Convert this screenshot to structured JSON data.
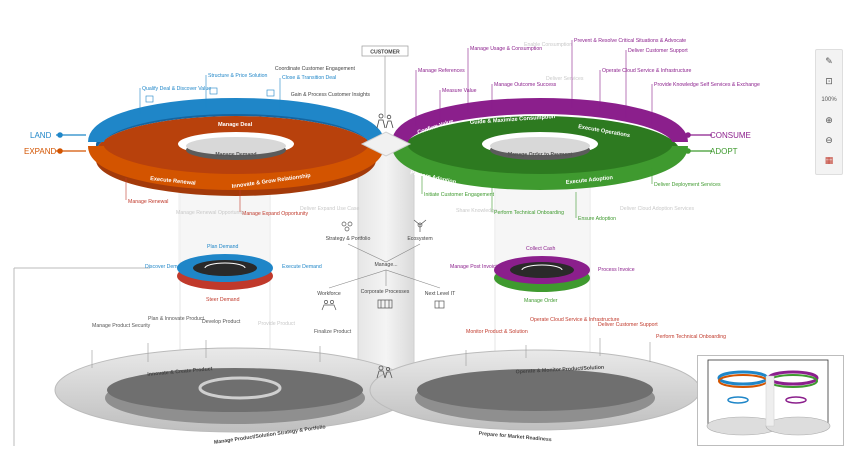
{
  "customer": {
    "box": "CUSTOMER",
    "items": [
      "Coordinate Customer Engagement",
      "Gain & Process Customer Insights"
    ]
  },
  "left_labels": {
    "land": "LAND",
    "expand": "EXPAND"
  },
  "right_labels": {
    "consume": "CONSUME",
    "adopt": "ADOPT"
  },
  "top_loop": {
    "left_blue_ring": "Manage Deal",
    "left_red_ring_1": "Execute Renewal",
    "left_red_ring_2": "Innovate & Grow Relationship",
    "left_center": "Manage Demand",
    "right_purple_ring_1": "Confirm Value",
    "right_purple_ring_2": "Guide & Maximize Consumption",
    "right_purple_ring_3": "Execute Operations",
    "right_green_ring_1": "Prepare Adoption",
    "right_green_ring_2": "Execute Adoption",
    "right_center": "Manage Order to Payment"
  },
  "top_left_callouts": [
    "Qualify Deal & Discover Value",
    "Structure & Price Solution",
    "Close & Transition Deal"
  ],
  "top_right_callouts": [
    "Manage References",
    "Measure Value",
    "Manage Usage & Consumption",
    "Manage Outcome Success",
    "Enable Consumption",
    "Deliver Services",
    "Prevent & Resolve Critical Situations & Advocate",
    "Operate Cloud Service & Infrastructure",
    "Deliver Customer Support",
    "Provide Knowledge Self Services & Exchange"
  ],
  "left_lower_callouts": [
    "Manage Renewal",
    "Manage Expand Opportunity",
    "Deliver Expand Use Case",
    "Manage Renewal Opportunity"
  ],
  "right_lower_callouts": [
    "Initiate Customer Engagement",
    "Share Knowledge",
    "Perform Technical Onboarding",
    "Ensure Adoption",
    "Deliver Cloud Adoption Services",
    "Deliver Deployment Services"
  ],
  "middle": {
    "strategy": "Strategy & Portfolio",
    "ecosystem": "Ecosystem",
    "manage": "Manage...",
    "workforce": "Workforce",
    "corporate": "Corporate Processes",
    "next_level": "Next Level IT"
  },
  "demand_loop": {
    "plan": "Plan Demand",
    "discover": "Discover Demand",
    "execute": "Execute Demand",
    "steer": "Steer Demand"
  },
  "order_loop": {
    "collect": "Collect Cash",
    "post": "Manage Post Invoicing",
    "process": "Process Invoice",
    "order": "Manage Order"
  },
  "bottom_left_callouts": [
    "Manage Product Security",
    "Plan & Innovate Product",
    "Develop Product",
    "Provide Product",
    "Finalize Product"
  ],
  "bottom_right_callouts": [
    "Monitor Product & Solution",
    "Operate Cloud Service & Infrastructure",
    "Deliver Customer Support",
    "Perform Technical Onboarding"
  ],
  "bottom_loop": {
    "left": "Innovate & Create Product",
    "right": "Operate & Monitor Product/Solution",
    "bottom_left": "Manage Product/Solution Strategy & Portfolio",
    "bottom_right": "Prepare for Market Readiness"
  },
  "toolbar": {
    "zoom": "100%"
  },
  "icons": [
    "edit-icon",
    "fit-icon",
    "zoom-in-icon",
    "zoom-out-icon",
    "map-icon"
  ],
  "colors": {
    "blue": "#1f86c8",
    "red": "#d35400",
    "purple": "#8b1f8c",
    "green": "#3f9a2f"
  }
}
